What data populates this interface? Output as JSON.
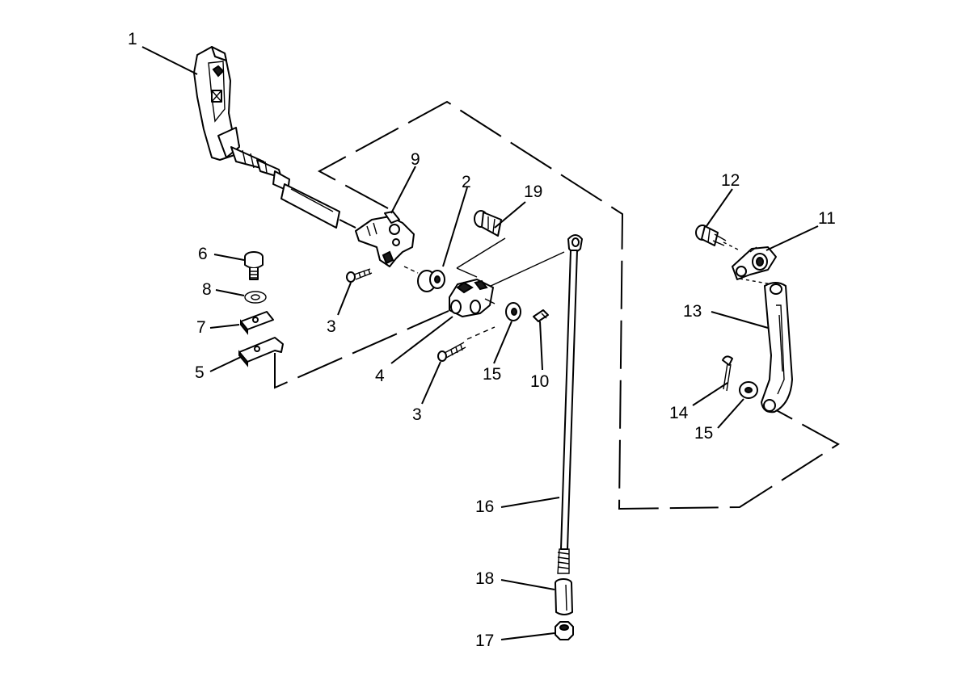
{
  "diagram": {
    "callouts": {
      "c1": "1",
      "c2": "2",
      "c3a": "3",
      "c3b": "3",
      "c4": "4",
      "c5": "5",
      "c6": "6",
      "c7": "7",
      "c8": "8",
      "c9": "9",
      "c10": "10",
      "c11": "11",
      "c12": "12",
      "c13": "13",
      "c14": "14",
      "c15a": "15",
      "c15b": "15",
      "c16": "16",
      "c17": "17",
      "c18": "18",
      "c19": "19"
    }
  }
}
